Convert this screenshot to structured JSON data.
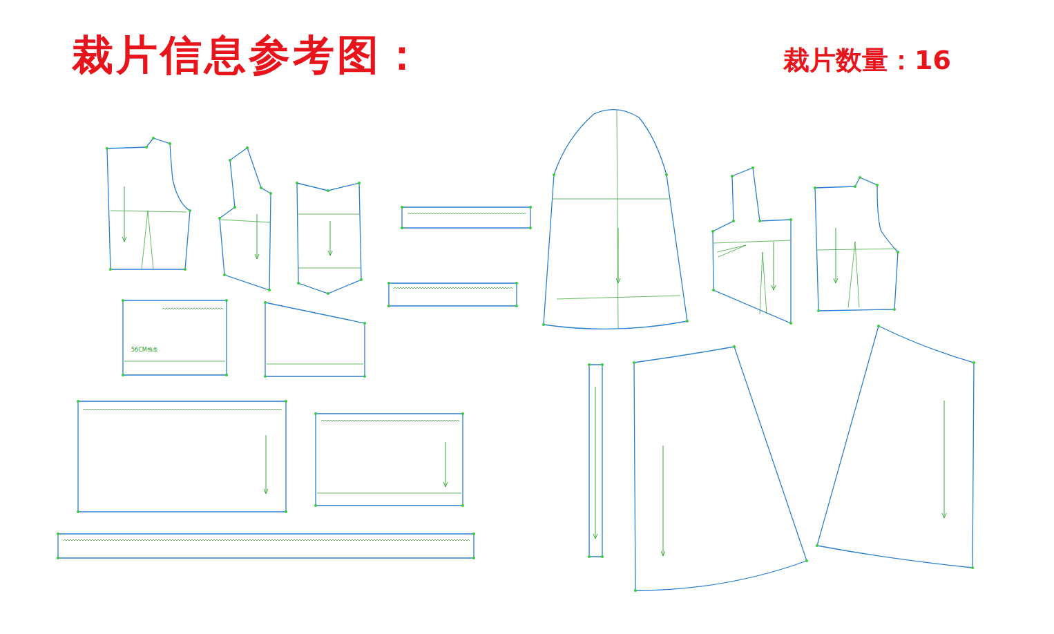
{
  "diagram": {
    "title": "裁片信息参考图：",
    "labels": [
      "裁片数量：16",
      "56CM拖条"
    ]
  }
}
